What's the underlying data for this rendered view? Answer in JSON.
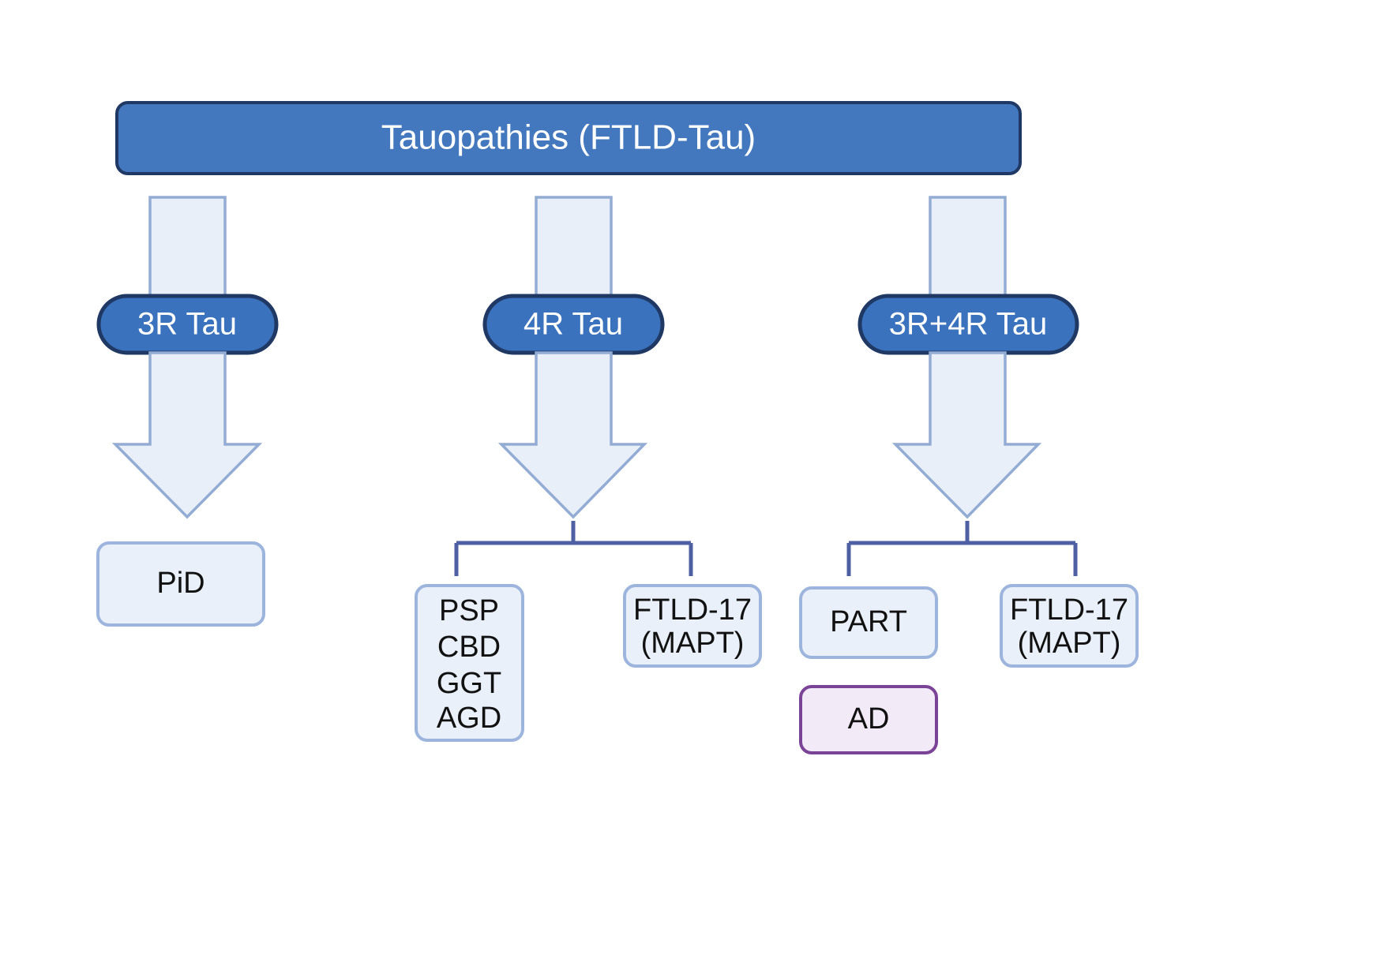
{
  "diagram": {
    "title": "Tauopathies (FTLD-Tau)",
    "background_color": "#FFFFFF",
    "colors": {
      "header_fill": "#4478BE",
      "header_border": "#1F3864",
      "pill_fill": "#3A72BD",
      "pill_border": "#1F3864",
      "arrow_fill": "#E8EFF9",
      "arrow_border": "#93ACD4",
      "leaf_fill": "#E9F0F9",
      "leaf_border": "#9DB5DC",
      "alt_leaf_fill": "#F3EAF8",
      "alt_leaf_border": "#7B4397",
      "connector": "#4F5FA3",
      "header_text": "#FFFFFF",
      "leaf_text": "#111111"
    },
    "branches": [
      {
        "id": "three-r",
        "label": "3R Tau",
        "leaves": [
          {
            "id": "pid",
            "lines": [
              "PiD"
            ],
            "style": "standard"
          }
        ]
      },
      {
        "id": "four-r",
        "label": "4R Tau",
        "leaves": [
          {
            "id": "psp-group",
            "lines": [
              "PSP",
              "CBD",
              "GGT",
              "AGD"
            ],
            "style": "standard"
          },
          {
            "id": "ftld17-4r",
            "lines": [
              "FTLD-17",
              "(MAPT)"
            ],
            "style": "standard"
          }
        ]
      },
      {
        "id": "three-r-four-r",
        "label": "3R+4R Tau",
        "leaves": [
          {
            "id": "part",
            "lines": [
              "PART"
            ],
            "style": "standard"
          },
          {
            "id": "ftld17-mixed",
            "lines": [
              "FTLD-17",
              "(MAPT)"
            ],
            "style": "standard"
          },
          {
            "id": "ad",
            "lines": [
              "AD"
            ],
            "style": "alt"
          }
        ]
      }
    ],
    "text": {
      "header_title": "Tauopathies (FTLD-Tau)",
      "pill_3r": "3R Tau",
      "pill_4r": "4R Tau",
      "pill_3r4r": "3R+4R Tau",
      "leaf_pid": "PiD",
      "leaf_psp": "PSP",
      "leaf_cbd": "CBD",
      "leaf_ggt": "GGT",
      "leaf_agd": "AGD",
      "leaf_ftld17_line1_mid": "FTLD-17",
      "leaf_ftld17_line2_mid": "(MAPT)",
      "leaf_part": "PART",
      "leaf_ftld17_line1_right": "FTLD-17",
      "leaf_ftld17_line2_right": "(MAPT)",
      "leaf_ad": "AD"
    }
  }
}
